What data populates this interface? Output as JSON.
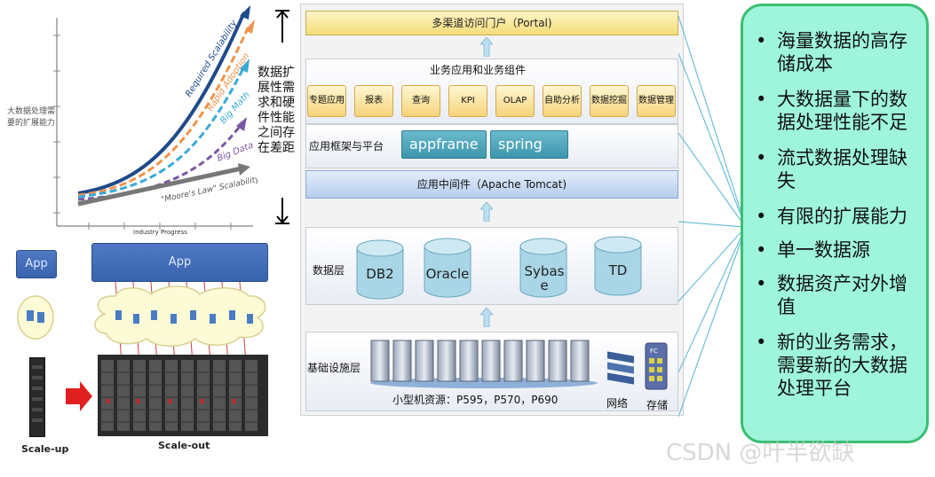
{
  "chart": {
    "y_label": "大数据处理需要的扩展能力",
    "x_label": "Industry Progress",
    "series": {
      "required": "Required Scalability",
      "rapid": "Rapid Adoption",
      "bigmath": "Big Math",
      "bigdata": "Big Data",
      "moores": "\"Moore's Law\" Scalability"
    },
    "colors": {
      "required": "#1f4a8a",
      "rapid": "#f0934a",
      "bigmath": "#3aa9d8",
      "bigdata": "#7a57a3",
      "moores": "#777777"
    }
  },
  "gap_text": "数据扩展性需求和硬件性能之间存在差距",
  "scale": {
    "app_left": "App",
    "app_right": "App",
    "scale_up": "Scale-up",
    "scale_out": "Scale-out"
  },
  "arch": {
    "portal": "多渠道访问门户（Portal)",
    "biz_title": "业务应用和业务组件",
    "components": [
      "专题应用",
      "报表",
      "查询",
      "KPI",
      "OLAP",
      "自助分析",
      "数据挖掘",
      "数据管理"
    ],
    "framework_label": "应用框架与平台",
    "framework_items": [
      "appframe",
      "spring"
    ],
    "middleware": "应用中间件（Apache  Tomcat)",
    "data_layer_label": "数据层",
    "databases": [
      "DB2",
      "Oracle",
      "Sybase",
      "TD"
    ],
    "infra_label": "基础设施层",
    "infra_resources": "小型机资源：P595，P570，P690",
    "network": "网络",
    "storage": "存储",
    "storage_icon_text": "FC"
  },
  "bullets": [
    "海量数据的高存储成本",
    "大数据量下的数据处理性能不足",
    "流式数据处理缺失",
    "有限的扩展能力",
    "单一数据源",
    "数据资产对外增值",
    "新的业务需求，需要新的大数据处理平台"
  ],
  "watermark": "CSDN @叶半欲缺"
}
